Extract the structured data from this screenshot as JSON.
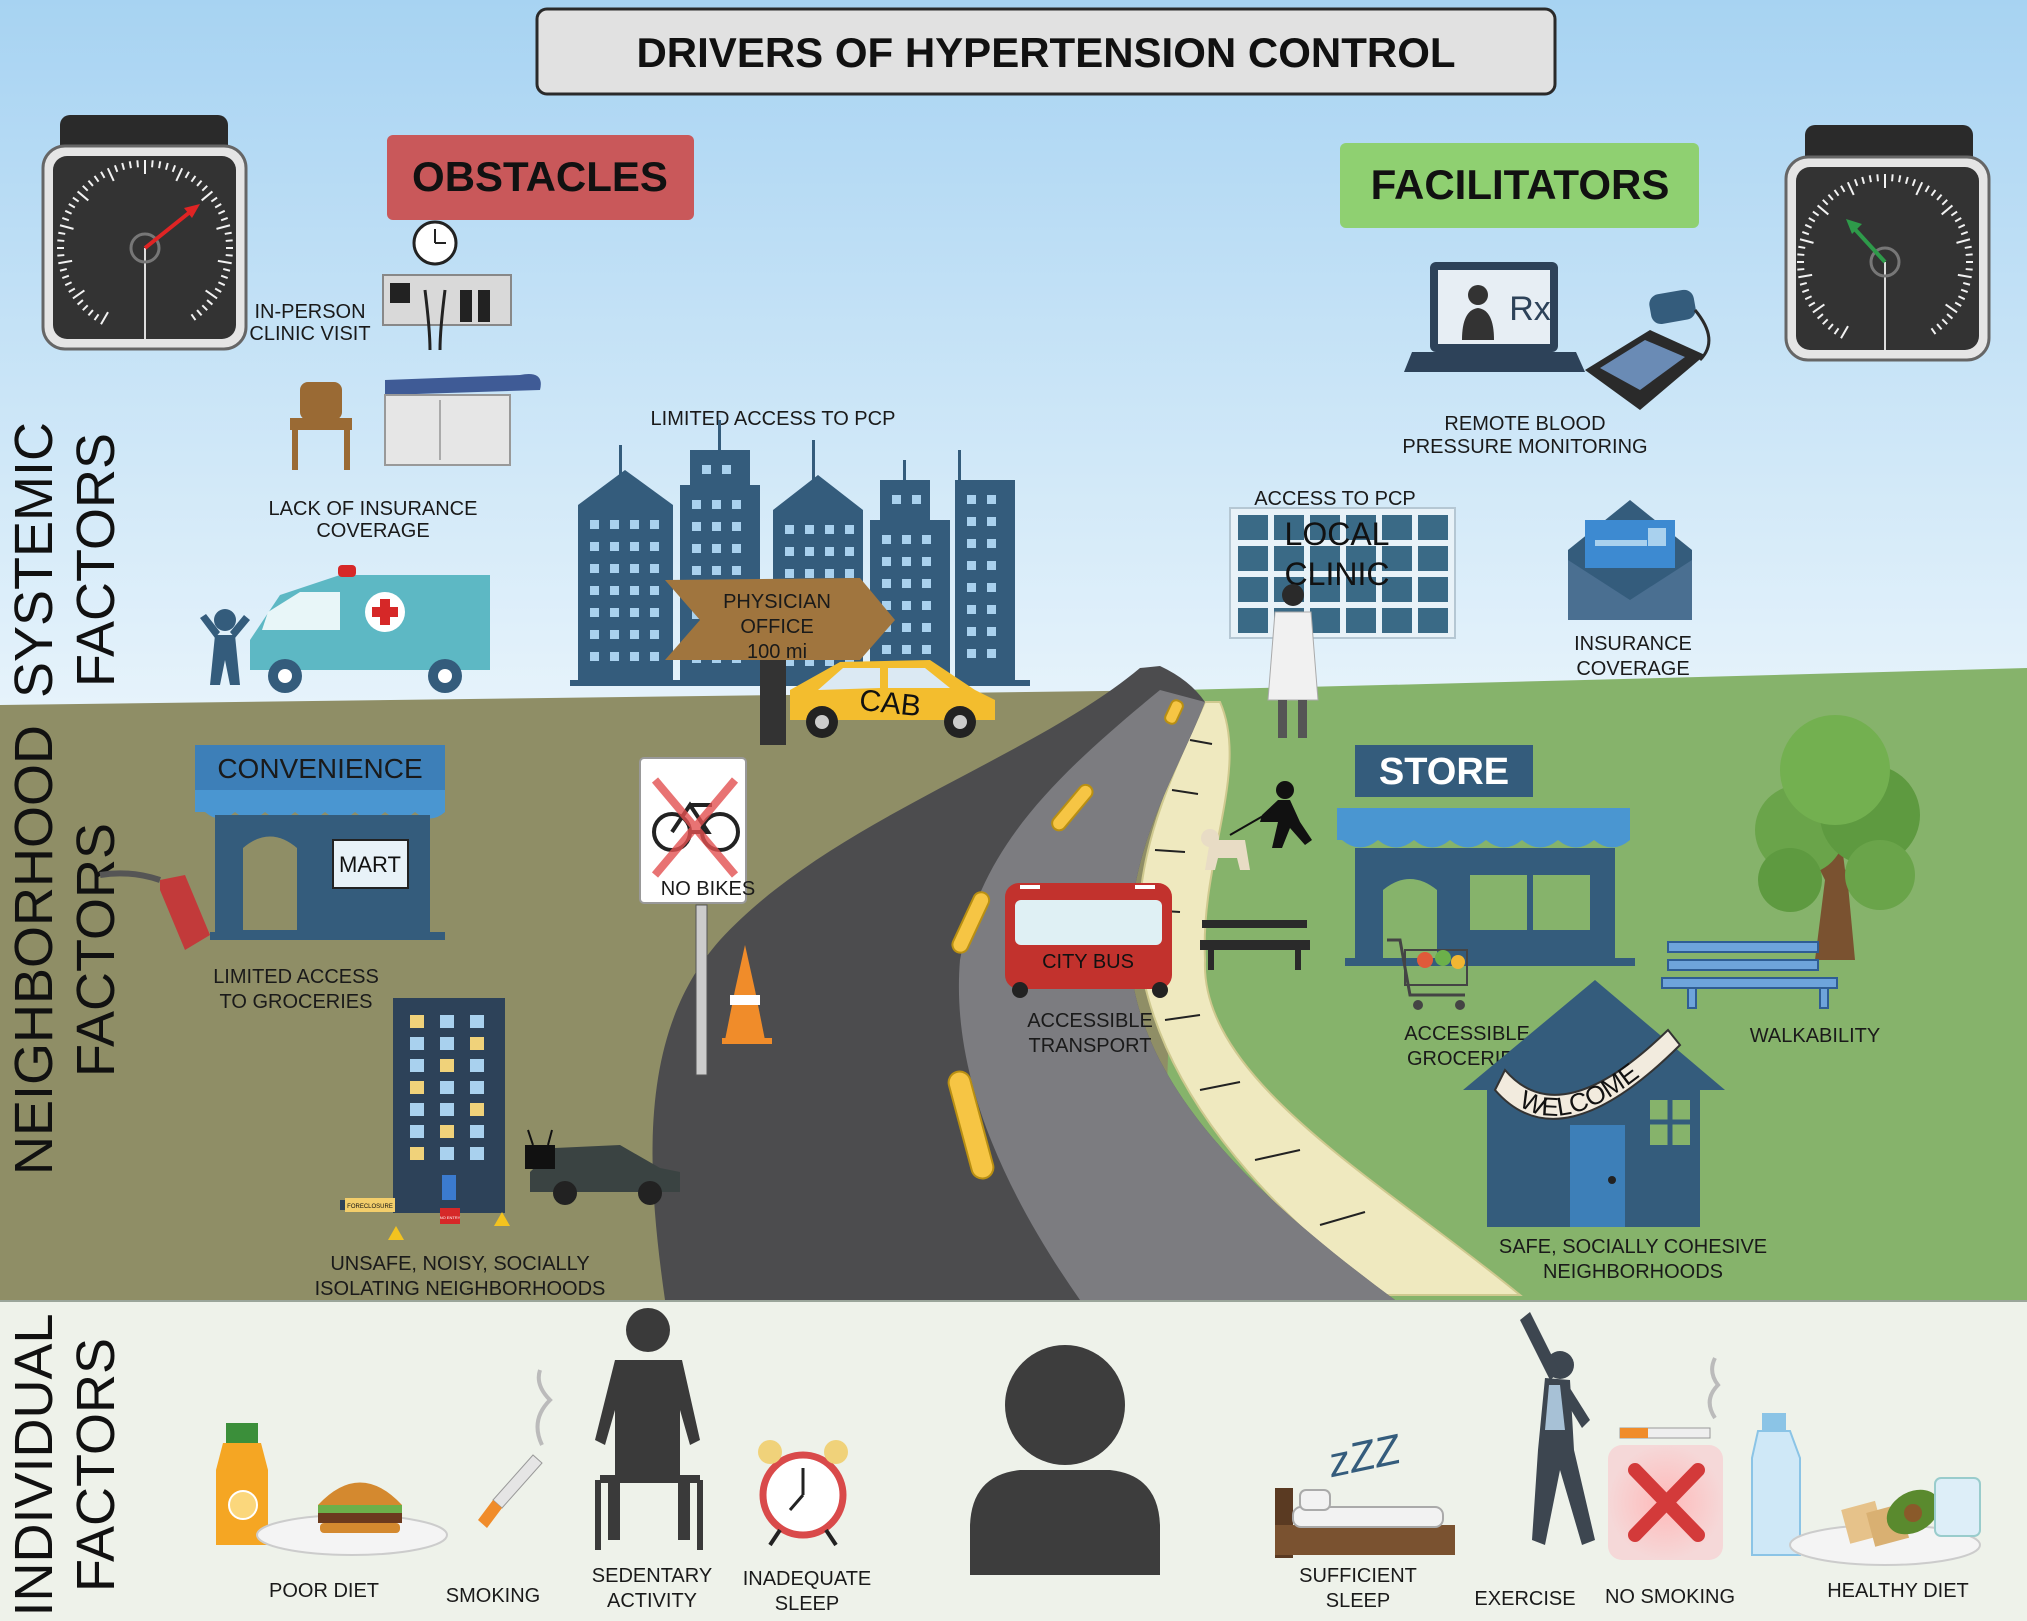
{
  "title": "DRIVERS OF HYPERTENSION CONTROL",
  "headers": {
    "obstacles": "OBSTACLES",
    "facilitators": "FACILITATORS"
  },
  "side_labels": {
    "systemic": [
      "SYSTEMIC",
      "FACTORS"
    ],
    "neighborhood": [
      "NEIGHBORHOOD",
      "FACTORS"
    ],
    "individual": [
      "INDIVIDUAL",
      "FACTORS"
    ]
  },
  "obstacles": {
    "clinic_visit": [
      "IN-PERSON",
      "CLINIC VISIT"
    ],
    "insurance": [
      "LACK OF INSURANCE",
      "COVERAGE"
    ],
    "pcp": "LIMITED ACCESS TO PCP",
    "sign": [
      "PHYSICIAN",
      "OFFICE",
      "100 mi"
    ],
    "cab": "CAB",
    "store_name": "CONVENIENCE",
    "mart": "MART",
    "groceries": [
      "LIMITED ACCESS",
      "TO GROCERIES"
    ],
    "no_bikes": "NO BIKES",
    "unsafe": [
      "UNSAFE, NOISY, SOCIALLY",
      "ISOLATING NEIGHBORHOODS"
    ],
    "foreclosure": "FORECLOSURE",
    "sale_sign": "NO ENTRY"
  },
  "facilitators": {
    "remote_bp": [
      "REMOTE BLOOD",
      "PRESSURE MONITORING"
    ],
    "rx": "Rx",
    "pcp": "ACCESS TO PCP",
    "clinic": [
      "LOCAL",
      "CLINIC"
    ],
    "insurance": [
      "INSURANCE",
      "COVERAGE"
    ],
    "store": "STORE",
    "bus": "CITY  BUS",
    "transport": [
      "ACCESSIBLE",
      "TRANSPORT"
    ],
    "groceries": [
      "ACCESSIBLE",
      "GROCERIES"
    ],
    "walkability": "WALKABILITY",
    "welcome": "WELCOME",
    "safe": [
      "SAFE, SOCIALLY COHESIVE",
      "NEIGHBORHOODS"
    ]
  },
  "individual": {
    "poor_diet": "POOR DIET",
    "smoking": "SMOKING",
    "sedentary": [
      "SEDENTARY",
      "ACTIVITY"
    ],
    "inadequate_sleep": [
      "INADEQUATE",
      "SLEEP"
    ],
    "sufficient_sleep": [
      "SUFFICIENT",
      "SLEEP"
    ],
    "zzz": "zZZ",
    "exercise": "EXERCISE",
    "no_smoking": "NO SMOKING",
    "healthy_diet": "HEALTHY DIET"
  },
  "colors": {
    "sky": "#b9def5",
    "obstacle_ground": "#8f8e66",
    "facilitator_ground": "#86b36b",
    "individual_band": "#eef2ea",
    "obstacles_header": "#c9585a",
    "facilitators_header": "#8fd071",
    "building": "#345c7c",
    "road": "#4c4c4e"
  }
}
